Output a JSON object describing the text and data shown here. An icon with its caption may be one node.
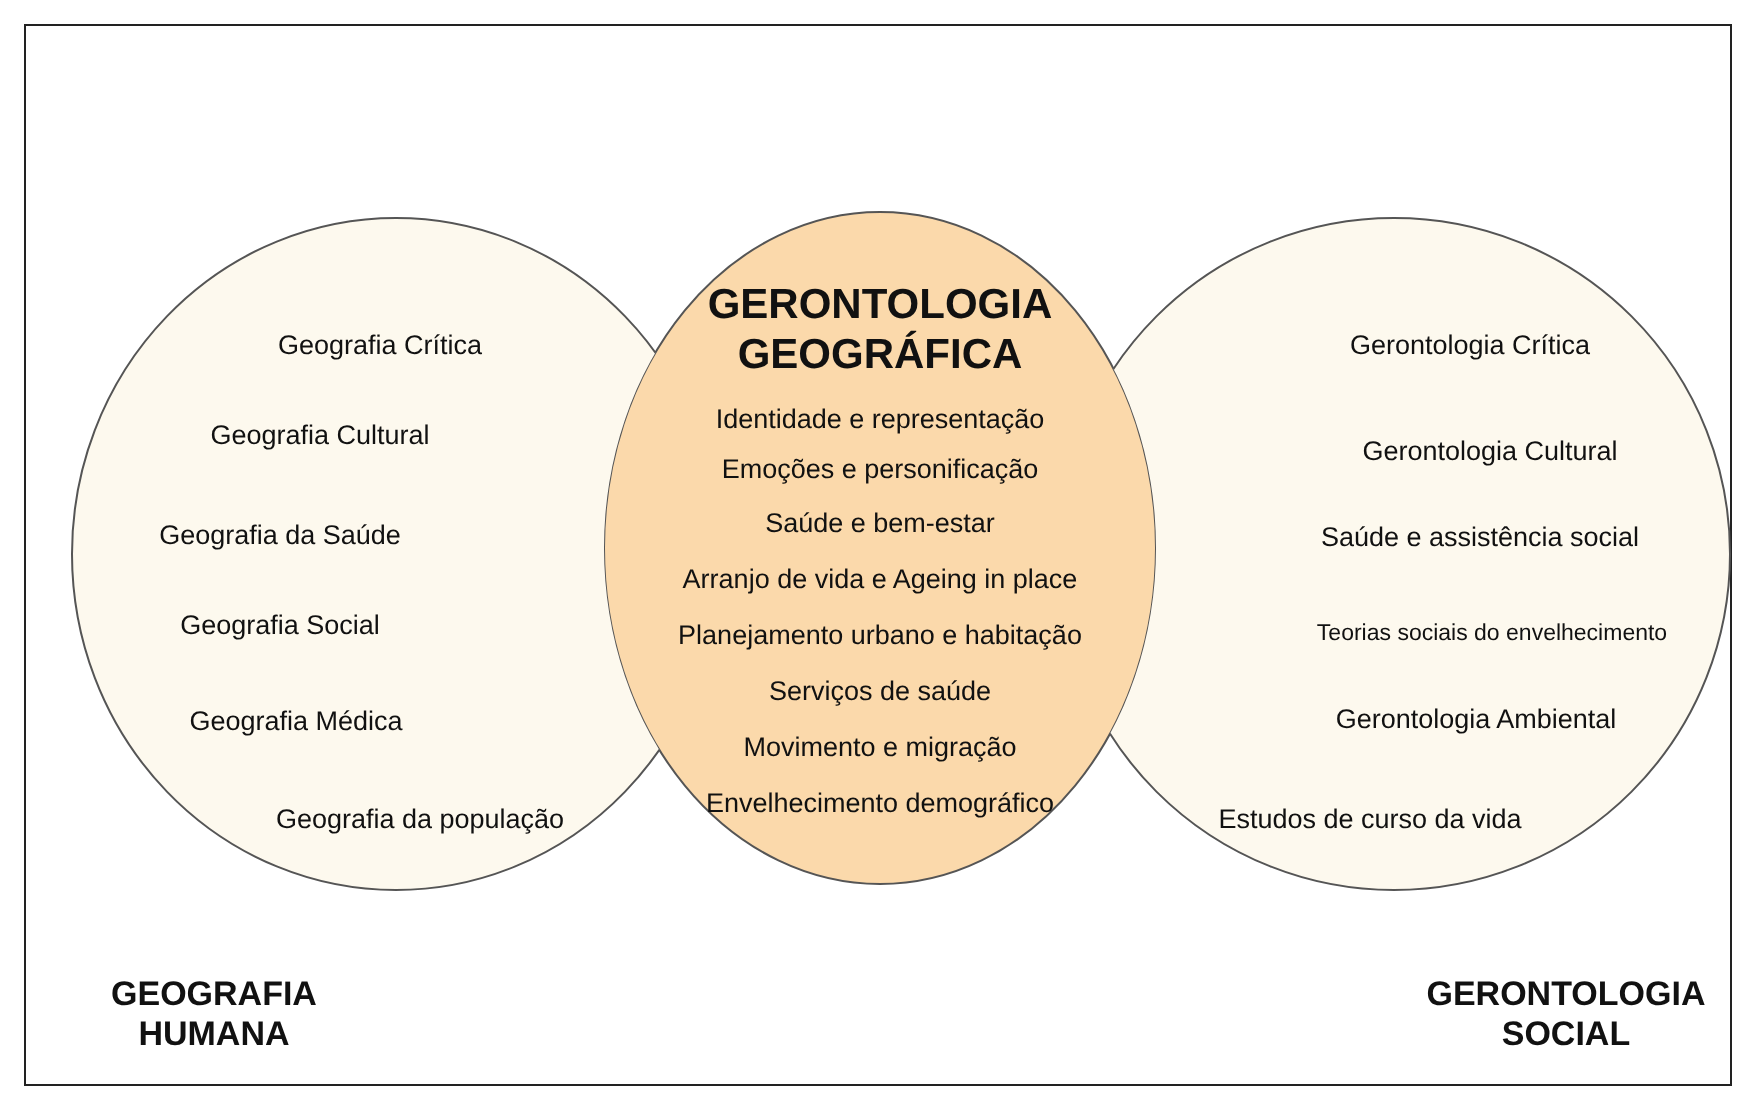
{
  "diagram": {
    "nodes": [
      {
        "text": [
          "Geografia Crítica",
          "Geografia Cultural",
          "Geografia da Saúde",
          "Geografia Social",
          "Geografia Médica",
          "Geografia da população",
          "GEOGRAFIA HUMANA"
        ]
      },
      {
        "text": [
          "GERONTOLOGIA GEOGRÁFICA",
          "Identidade e representação",
          "Emoções e personificação",
          "Saúde e bem-estar",
          "Arranjo de vida e Ageing in place",
          "Planejamento urbano e habitação",
          "Serviços de saúde",
          "Movimento e migração",
          "Envelhecimento demográfico"
        ]
      },
      {
        "text": [
          "Gerontologia Crítica",
          "Gerontologia Cultural",
          "Saúde e assistência social",
          "Teorias sociais do envelhecimento",
          "Gerontologia Ambiental",
          "Estudos de curso da vida",
          "GERONTOLOGIA SOCIAL"
        ]
      }
    ]
  }
}
